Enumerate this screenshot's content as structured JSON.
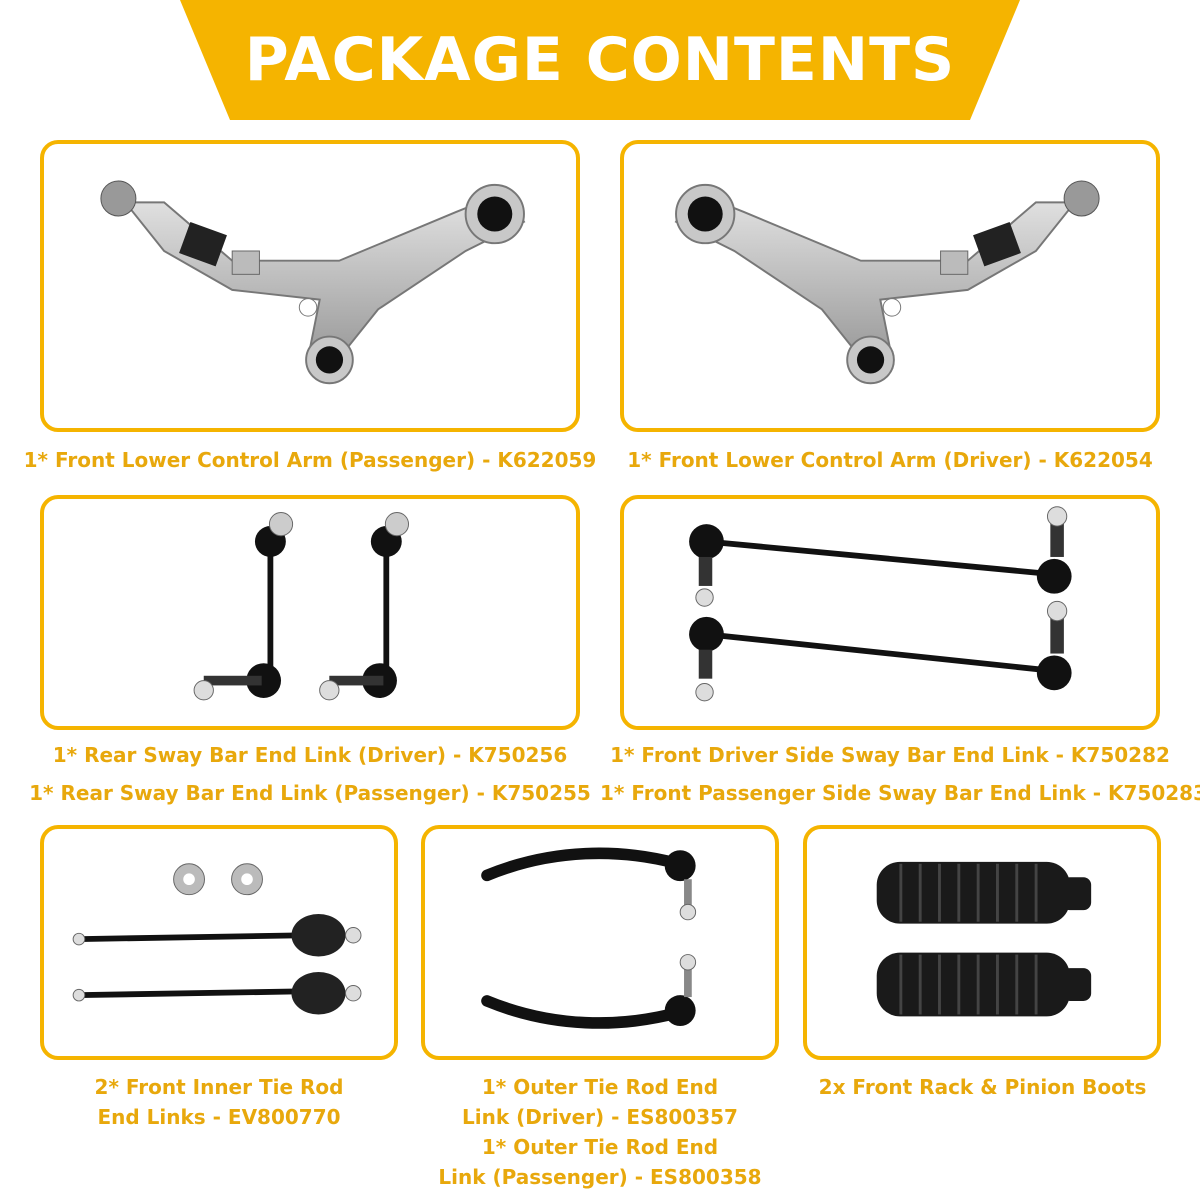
{
  "header": {
    "title": "PACKAGE CONTENTS",
    "accent_color": "#f5b400"
  },
  "items": [
    {
      "lines": [
        "1* Front Lower Control Arm (Passenger) - K622059"
      ],
      "icon": "lower-control-arm-passenger"
    },
    {
      "lines": [
        "1* Front Lower Control Arm (Driver) - K622054"
      ],
      "icon": "lower-control-arm-driver"
    },
    {
      "lines": [
        "1* Rear Sway Bar End Link (Driver) - K750256",
        "1* Rear Sway Bar End Link (Passenger) - K750255"
      ],
      "icon": "rear-sway-bar-links"
    },
    {
      "lines": [
        "1* Front Driver Side Sway Bar End Link - K750282",
        "1* Front Passenger Side Sway Bar End Link - K750283"
      ],
      "icon": "front-sway-bar-links"
    },
    {
      "lines": [
        "2* Front Inner Tie Rod",
        "End Links - EV800770"
      ],
      "icon": "inner-tie-rods"
    },
    {
      "lines": [
        "1* Outer Tie Rod End",
        "Link (Driver) - ES800357",
        "1* Outer Tie Rod End",
        "Link (Passenger) - ES800358"
      ],
      "icon": "outer-tie-rods"
    },
    {
      "lines": [
        "2x Front Rack & Pinion Boots"
      ],
      "icon": "rack-pinion-boots"
    }
  ]
}
